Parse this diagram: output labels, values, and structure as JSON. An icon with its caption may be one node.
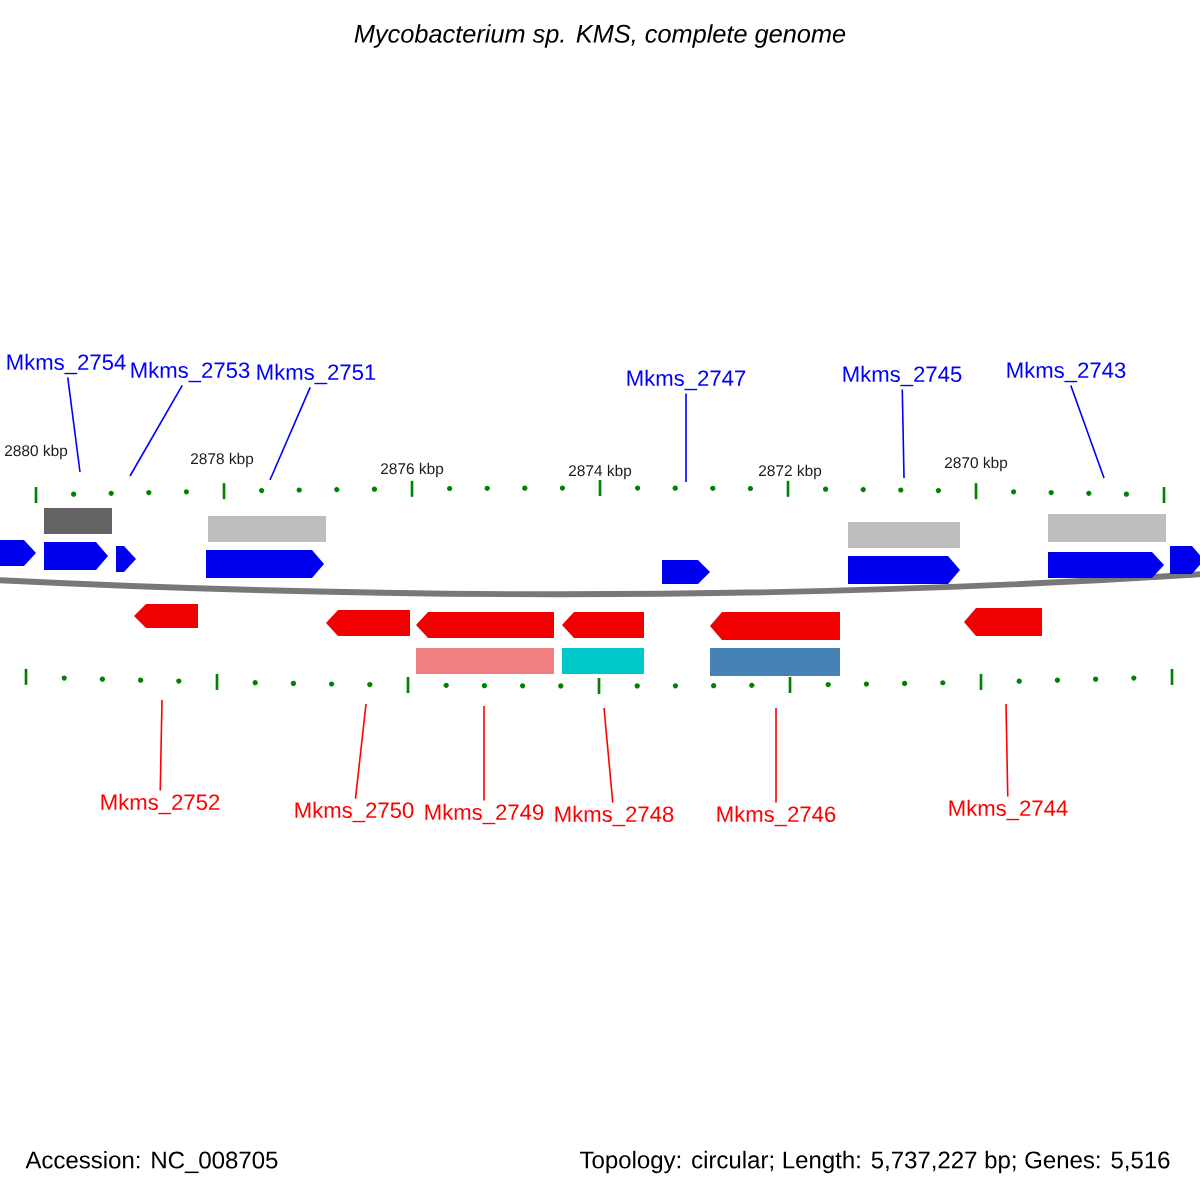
{
  "diagram": {
    "title": "Mycobacterium sp. KMS, complete genome",
    "nodes": [
      {
        "text": [
          "Mkms_2754"
        ]
      },
      {
        "text": [
          "Mkms_2753"
        ]
      },
      {
        "text": [
          "Mkms_2751"
        ]
      },
      {
        "text": [
          "Mkms_2747"
        ]
      },
      {
        "text": [
          "Mkms_2745"
        ]
      },
      {
        "text": [
          "Mkms_2743"
        ]
      },
      {
        "text": [
          "Mkms_2752"
        ]
      },
      {
        "text": [
          "Mkms_2750"
        ]
      },
      {
        "text": [
          "Mkms_2749"
        ]
      },
      {
        "text": [
          "Mkms_2748"
        ]
      },
      {
        "text": [
          "Mkms_2746"
        ]
      },
      {
        "text": [
          "Mkms_2744"
        ]
      }
    ],
    "edges": [
      {
        "from": 0,
        "to": null,
        "arrow": "none",
        "color": "#0000ff"
      },
      {
        "from": 1,
        "to": null,
        "arrow": "none",
        "color": "#0000ff"
      },
      {
        "from": 2,
        "to": null,
        "arrow": "none",
        "color": "#0000ff"
      },
      {
        "from": 3,
        "to": null,
        "arrow": "none",
        "color": "#0000ff"
      },
      {
        "from": 4,
        "to": null,
        "arrow": "none",
        "color": "#0000ff"
      },
      {
        "from": 5,
        "to": null,
        "arrow": "none",
        "color": "#0000ff"
      },
      {
        "from": 6,
        "to": null,
        "arrow": "none",
        "color": "#ff0000"
      },
      {
        "from": 7,
        "to": null,
        "arrow": "none",
        "color": "#ff0000"
      },
      {
        "from": 8,
        "to": null,
        "arrow": "none",
        "color": "#ff0000"
      },
      {
        "from": 9,
        "to": null,
        "arrow": "none",
        "color": "#ff0000"
      },
      {
        "from": 10,
        "to": null,
        "arrow": "none",
        "color": "#ff0000"
      },
      {
        "from": 11,
        "to": null,
        "arrow": "none",
        "color": "#ff0000"
      }
    ],
    "labels": [
      "2880 kbp",
      "2878 kbp",
      "2876 kbp",
      "2874 kbp",
      "2872 kbp",
      "2870 kbp",
      "Accession: NC_008705",
      "Topology: circular; Length: 5,737,227 bp; Genes: 5,516"
    ]
  }
}
